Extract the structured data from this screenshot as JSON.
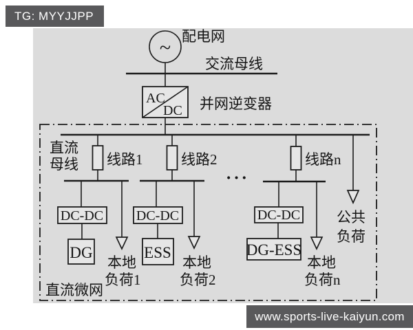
{
  "watermarks": {
    "top_left": "TG: MYYJJPP",
    "bottom_right": "www.sports-live-kaiyun.com"
  },
  "colors": {
    "panel_bg": "#dcdcdc",
    "badge_bg": "#59595b",
    "line_color": "#1c1c1c"
  },
  "diagram": {
    "grid": {
      "label": "配电网",
      "source_symbol": "~"
    },
    "ac_bus_label": "交流母线",
    "inverter": {
      "top": "AC",
      "bottom": "DC",
      "label": "并网逆变器"
    },
    "dc_bus": {
      "line1": "直流",
      "line2": "母线"
    },
    "microgrid_label": "直流微网",
    "ellipsis": "···",
    "public_load": {
      "line1": "公共",
      "line2": "负荷"
    },
    "branches": [
      {
        "line_label": "线路1",
        "converter": "DC-DC",
        "device": "DG",
        "load1": "本地",
        "load2": "负荷1"
      },
      {
        "line_label": "线路2",
        "converter": "DC-DC",
        "device": "ESS",
        "load1": "本地",
        "load2": "负荷2"
      },
      {
        "line_label": "线路n",
        "converter": "DC-DC",
        "device": "DG-ESS",
        "load1": "本地",
        "load2": "负荷n"
      }
    ]
  }
}
